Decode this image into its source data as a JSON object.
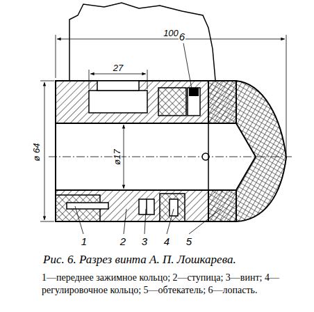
{
  "diagram": {
    "caption": "Рис. 6. Разрез винта А. П. Лошкарева.",
    "labels": [
      "100",
      "27",
      "6",
      "ø 64",
      "ø17",
      "1",
      "2",
      "3",
      "4",
      "5",
      "1—переднее зажимное кольцо; 2—ступица; 3—винт; 4—регулировочное кольцо; 5—обтекатель; 6—лопасть."
    ]
  }
}
